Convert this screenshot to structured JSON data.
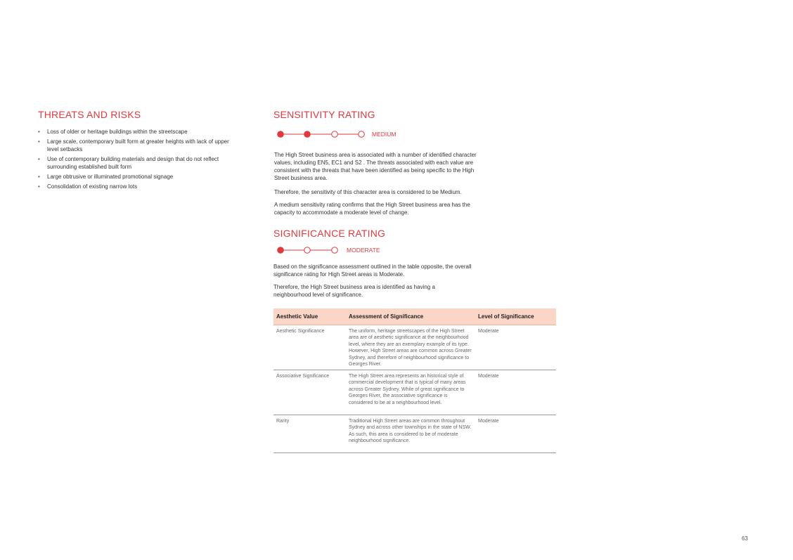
{
  "threats": {
    "title": "THREATS AND RISKS",
    "items": [
      "Loss of older or heritage buildings within the streetscape",
      "Large scale, contemporary built form at greater heights with lack of upper level setbacks",
      "Use of contemporary building materials and design that do not reflect surrounding established built form",
      "Large obtrusive or illuminated promotional signage",
      "Consolidation of existing narrow lots"
    ]
  },
  "sensitivity": {
    "title": "SENSITIVITY RATING",
    "rating_label": "MEDIUM",
    "rating_level": 2,
    "rating_max": 4,
    "para1": "The High Street business area is associated with a number of identified character values, including EN5, EC1 and S2 . The threats associated with each value are consistent with the threats that have been identified as being specific to the High Street business area.",
    "para2_prefix": "Therefore, the sensitivity of this character area is considered to be ",
    "para2_value": "Medium.",
    "para3": "A medium sensitivity rating confirms that the High Street business area has the capacity to accommodate a moderate level of change."
  },
  "significance": {
    "title": "SIGNIFICANCE RATING",
    "rating_label": "MODERATE",
    "rating_level": 1,
    "rating_max": 3,
    "para1_prefix": "Based on the significance assessment outlined in the table opposite, the overall significance rating for High Street areas is ",
    "para1_value": "Moderate.",
    "para2": "Therefore, the High Street business area is identified as having a neighbourhood level of significance."
  },
  "table": {
    "headers": [
      "Aesthetic Value",
      "Assessment of Significance",
      "Level of Significance"
    ],
    "rows": [
      [
        "Aesthetic Significance",
        "The uniform, heritage streetscapes of the High Street area are of aesthetic significance at the neighbourhood level, where they are an exemplary example of its type. However, High Street areas are common across Greater Sydney, and therefore of neighbourhood significance to Georges River.",
        "Moderate"
      ],
      [
        "Associative Significance",
        "The High Street area represents an historical style of commercial development that is typical of many areas across Greater Sydney. While of great significance to Georges River, the associative significance is considered to be at a neighbourhood level.",
        "Moderate"
      ],
      [
        "Rarity",
        "Traditional High Street areas are common throughout Sydney and across other townships in the state of NSW. As such, this area is considered to be of moderate neighbourhood significance.",
        "Moderate"
      ]
    ]
  },
  "page_number": "63",
  "colors": {
    "accent": "#e0393e",
    "table_header": "#fbd5c5"
  }
}
